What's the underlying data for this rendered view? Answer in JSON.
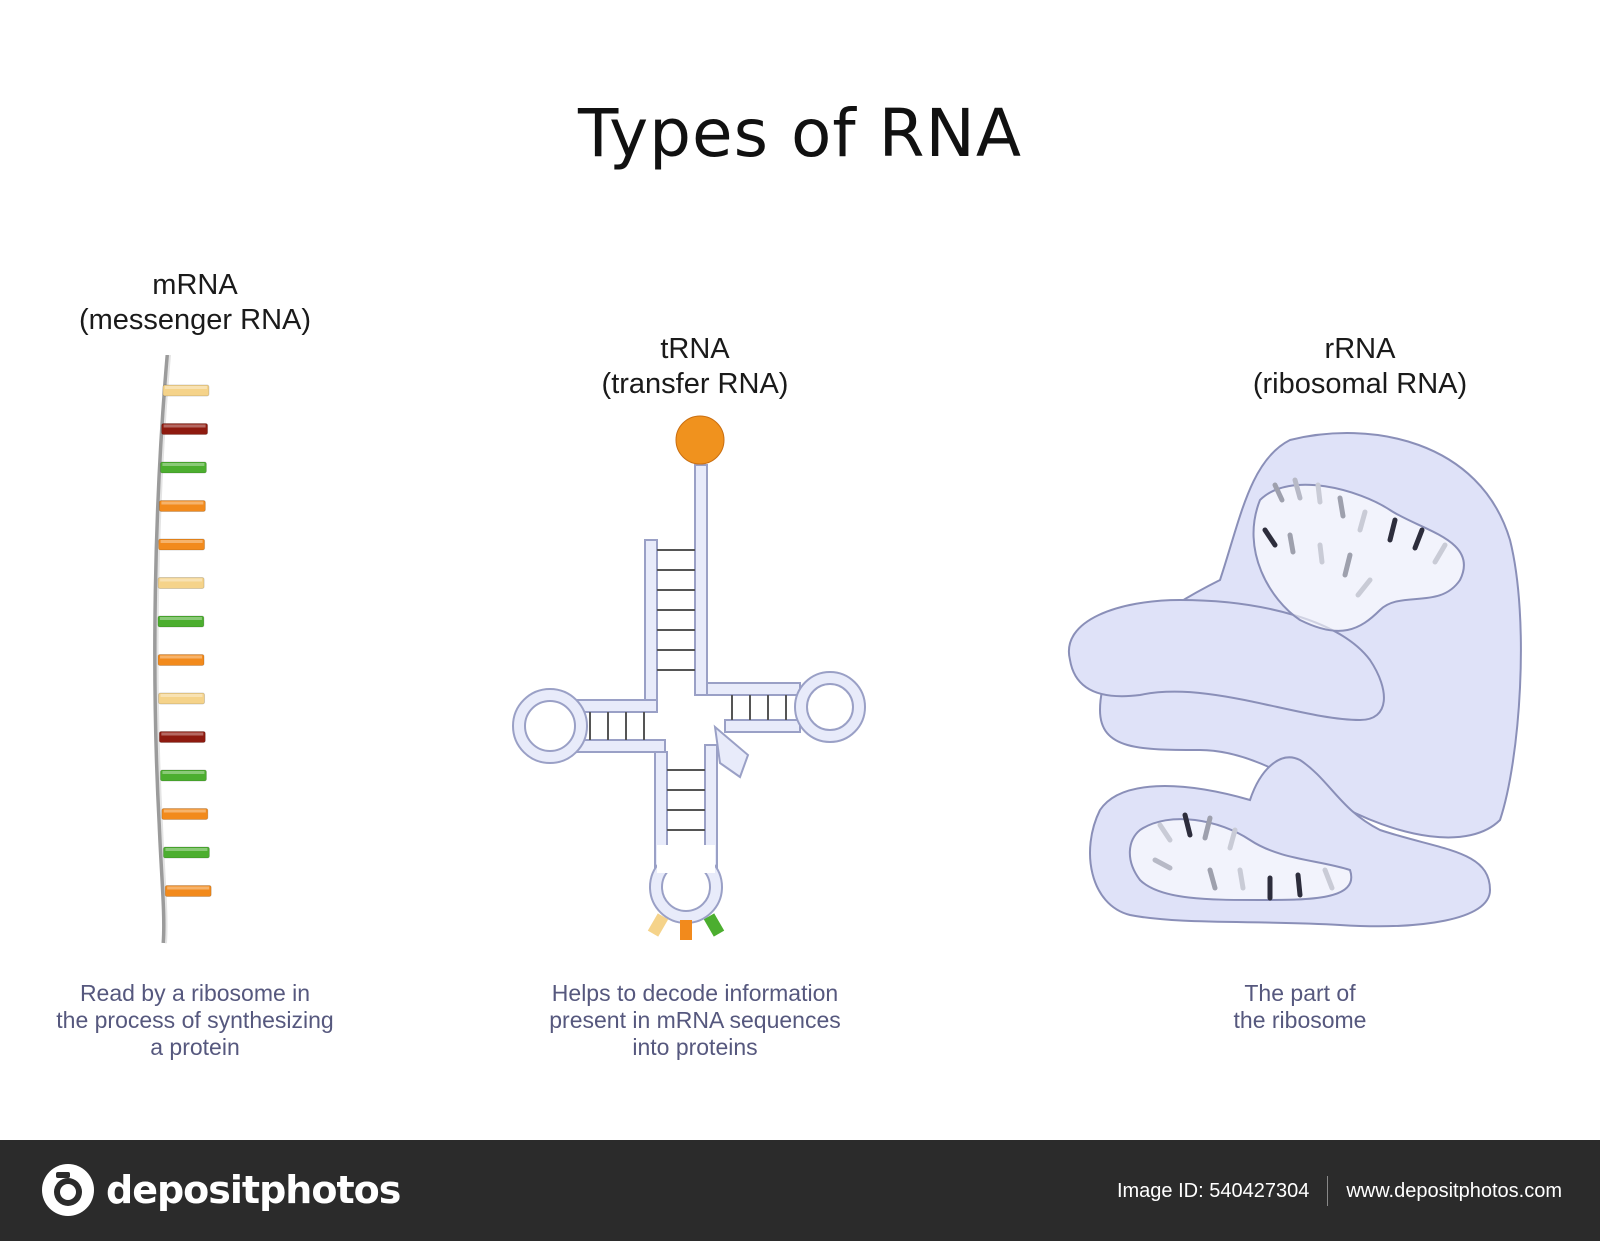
{
  "title": "Types of RNA",
  "panels": {
    "mrna": {
      "name": "mRNA",
      "fullname": "(messenger RNA)",
      "desc": [
        "Read by a ribosome in",
        "the process of synthesizing",
        "a protein"
      ],
      "base_colors": [
        "#f5d38a",
        "#8e1a0f",
        "#4cae2f",
        "#f28a1c",
        "#f28a1c",
        "#f5d38a",
        "#4cae2f",
        "#f28a1c",
        "#f5d38a",
        "#8e1a0f",
        "#4cae2f",
        "#f28a1c",
        "#4cae2f",
        "#f28a1c"
      ]
    },
    "trna": {
      "name": "tRNA",
      "fullname": "(transfer RNA)",
      "desc": [
        "Helps to decode information",
        "present in mRNA sequences",
        "into proteins"
      ],
      "amino_acid_color": "#f0921e",
      "anticodon_colors": [
        "#f5d38a",
        "#f28a1c",
        "#4cae2f"
      ]
    },
    "rrna": {
      "name": "rRNA",
      "fullname": "(ribosomal RNA)",
      "desc": [
        "The part of",
        "the ribosome"
      ],
      "fill_color": "#dfe2f8",
      "stroke_color": "#8a8fb8"
    }
  },
  "footer": {
    "brand": "depositphotos",
    "image_id": "Image ID: 540427304",
    "site": "www.depositphotos.com"
  }
}
